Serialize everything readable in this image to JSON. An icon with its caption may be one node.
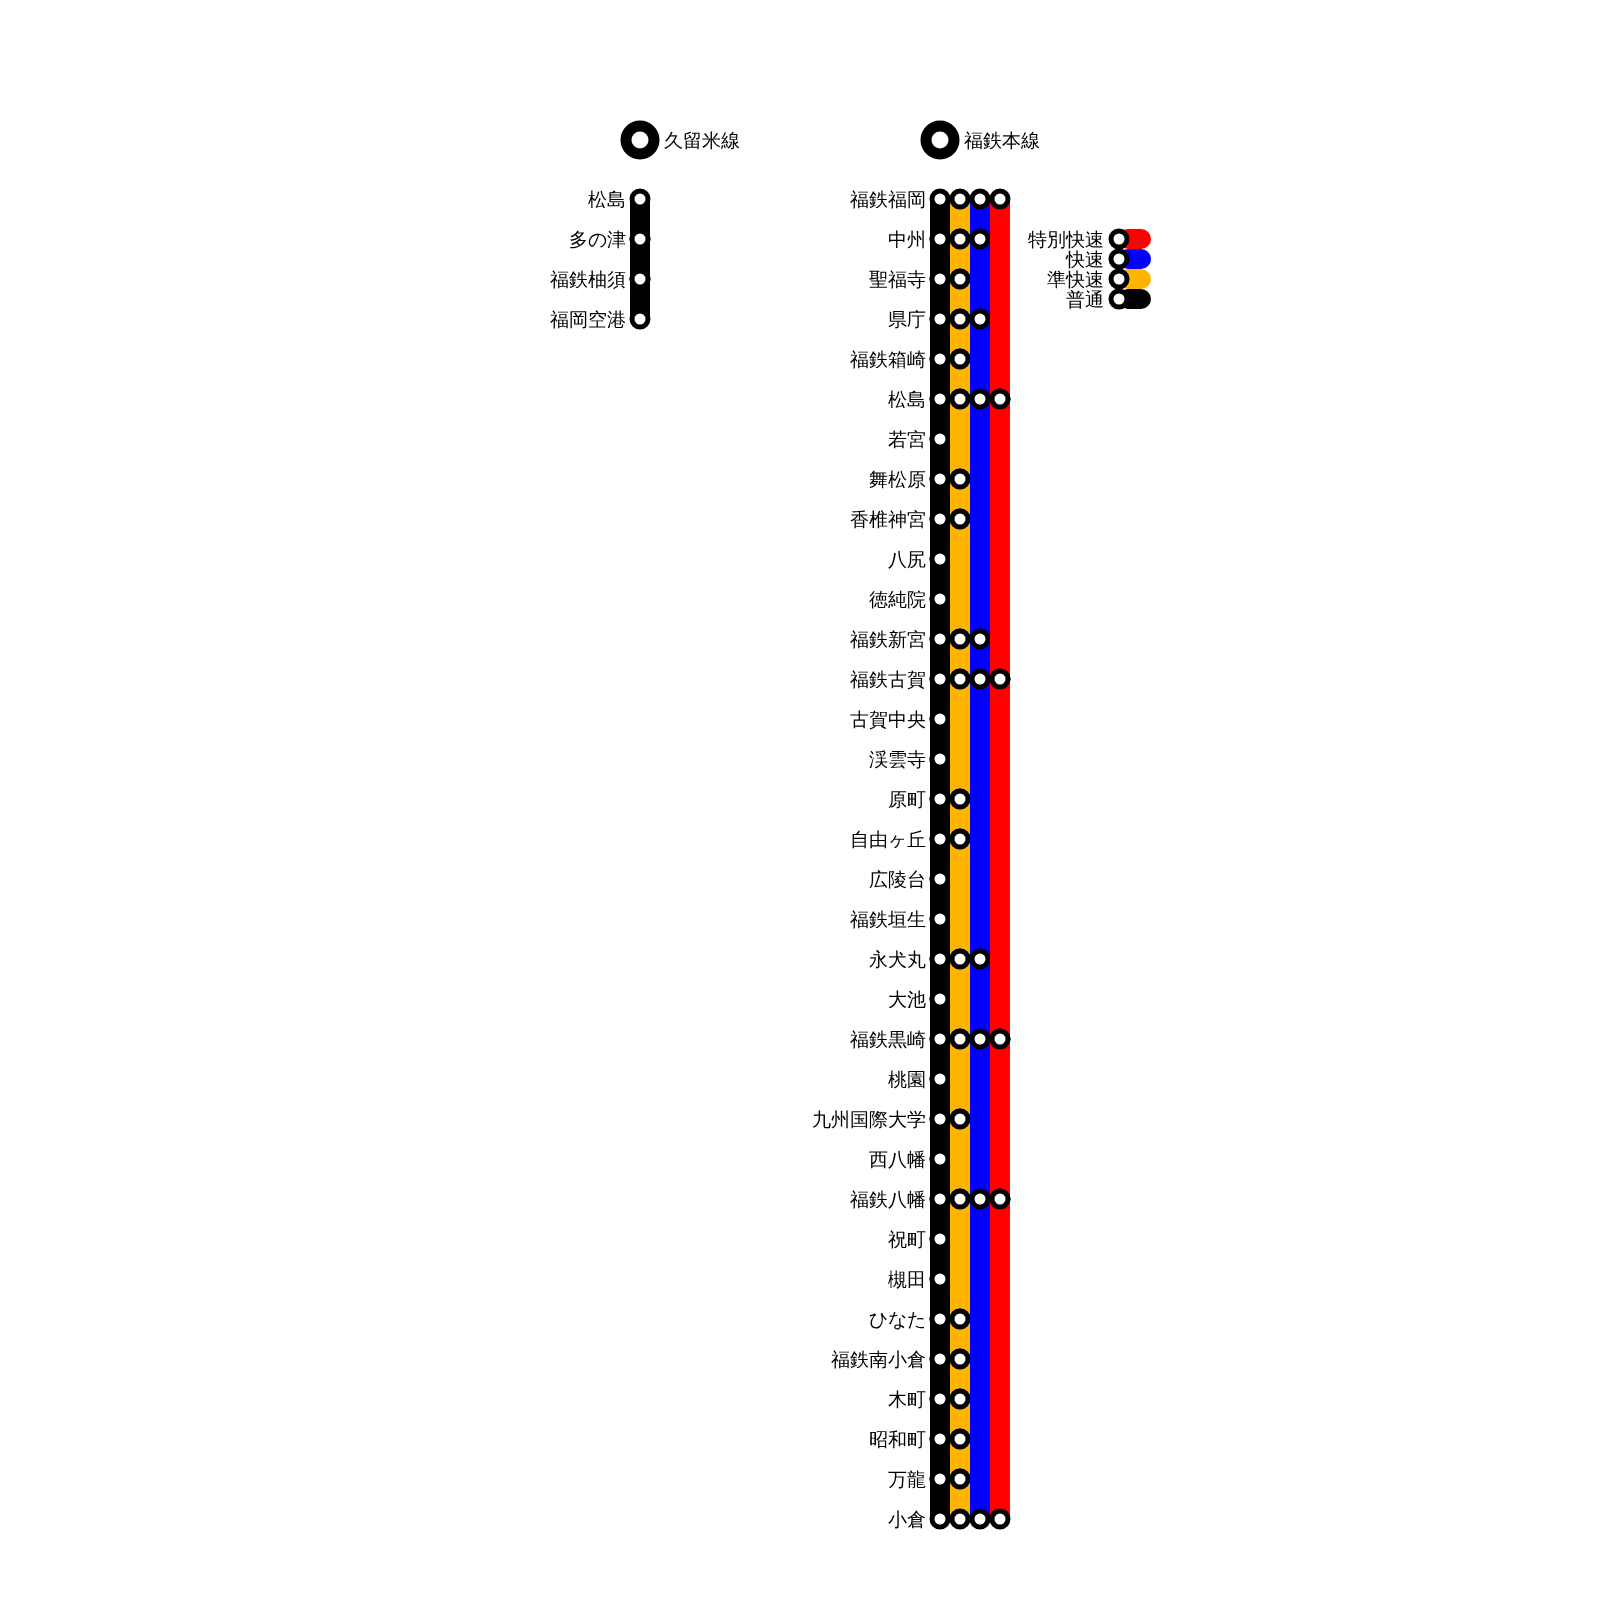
{
  "diagram": {
    "nodes": [
      {
        "text": [
          "久留米線"
        ]
      },
      {
        "text": [
          "松島"
        ]
      },
      {
        "text": [
          "多の津"
        ]
      },
      {
        "text": [
          "福鉄柚須"
        ]
      },
      {
        "text": [
          "福岡空港"
        ]
      },
      {
        "text": [
          "福鉄本線"
        ]
      },
      {
        "text": [
          "福鉄福岡"
        ]
      },
      {
        "text": [
          "中州"
        ]
      },
      {
        "text": [
          "聖福寺"
        ]
      },
      {
        "text": [
          "県庁"
        ]
      },
      {
        "text": [
          "福鉄箱崎"
        ]
      },
      {
        "text": [
          "松島"
        ]
      },
      {
        "text": [
          "若宮"
        ]
      },
      {
        "text": [
          "舞松原"
        ]
      },
      {
        "text": [
          "香椎神宮"
        ]
      },
      {
        "text": [
          "八尻"
        ]
      },
      {
        "text": [
          "徳純院"
        ]
      },
      {
        "text": [
          "福鉄新宮"
        ]
      },
      {
        "text": [
          "福鉄古賀"
        ]
      },
      {
        "text": [
          "古賀中央"
        ]
      },
      {
        "text": [
          "渓雲寺"
        ]
      },
      {
        "text": [
          "原町"
        ]
      },
      {
        "text": [
          "自由ヶ丘"
        ]
      },
      {
        "text": [
          "広陵台"
        ]
      },
      {
        "text": [
          "福鉄垣生"
        ]
      },
      {
        "text": [
          "永犬丸"
        ]
      },
      {
        "text": [
          "大池"
        ]
      },
      {
        "text": [
          "福鉄黒崎"
        ]
      },
      {
        "text": [
          "桃園"
        ]
      },
      {
        "text": [
          "九州国際大学"
        ]
      },
      {
        "text": [
          "西八幡"
        ]
      },
      {
        "text": [
          "福鉄八幡"
        ]
      },
      {
        "text": [
          "祝町"
        ]
      },
      {
        "text": [
          "槻田"
        ]
      },
      {
        "text": [
          "ひなた"
        ]
      },
      {
        "text": [
          "福鉄南小倉"
        ]
      },
      {
        "text": [
          "木町"
        ]
      },
      {
        "text": [
          "昭和町"
        ]
      },
      {
        "text": [
          "万龍"
        ]
      },
      {
        "text": [
          "小倉"
        ]
      }
    ],
    "edges": [
      {
        "from": 1,
        "to": 2,
        "arrow": "other"
      },
      {
        "from": 2,
        "to": 3,
        "arrow": "other"
      },
      {
        "from": 3,
        "to": 4,
        "arrow": "other"
      },
      {
        "from": 6,
        "to": 7,
        "arrow": "other"
      },
      {
        "from": 7,
        "to": 8,
        "arrow": "other"
      },
      {
        "from": 8,
        "to": 9,
        "arrow": "other"
      },
      {
        "from": 9,
        "to": 10,
        "arrow": "other"
      },
      {
        "from": 10,
        "to": 11,
        "arrow": "other"
      },
      {
        "from": 11,
        "to": 12,
        "arrow": "other"
      },
      {
        "from": 12,
        "to": 13,
        "arrow": "other"
      },
      {
        "from": 13,
        "to": 14,
        "arrow": "other"
      },
      {
        "from": 14,
        "to": 15,
        "arrow": "other"
      },
      {
        "from": 15,
        "to": 16,
        "arrow": "other"
      },
      {
        "from": 16,
        "to": 17,
        "arrow": "other"
      },
      {
        "from": 17,
        "to": 18,
        "arrow": "other"
      },
      {
        "from": 18,
        "to": 19,
        "arrow": "other"
      },
      {
        "from": 19,
        "to": 20,
        "arrow": "other"
      },
      {
        "from": 20,
        "to": 21,
        "arrow": "other"
      },
      {
        "from": 21,
        "to": 22,
        "arrow": "other"
      },
      {
        "from": 22,
        "to": 23,
        "arrow": "other"
      },
      {
        "from": 23,
        "to": 24,
        "arrow": "other"
      },
      {
        "from": 24,
        "to": 25,
        "arrow": "other"
      },
      {
        "from": 25,
        "to": 26,
        "arrow": "other"
      },
      {
        "from": 26,
        "to": 27,
        "arrow": "other"
      },
      {
        "from": 27,
        "to": 28,
        "arrow": "other"
      },
      {
        "from": 28,
        "to": 29,
        "arrow": "other"
      },
      {
        "from": 29,
        "to": 30,
        "arrow": "other"
      },
      {
        "from": 30,
        "to": 31,
        "arrow": "other"
      },
      {
        "from": 31,
        "to": 32,
        "arrow": "other"
      },
      {
        "from": 32,
        "to": 33,
        "arrow": "other"
      },
      {
        "from": 33,
        "to": 34,
        "arrow": "other"
      },
      {
        "from": 34,
        "to": 35,
        "arrow": "other"
      },
      {
        "from": 35,
        "to": 36,
        "arrow": "other"
      },
      {
        "from": 36,
        "to": 37,
        "arrow": "other"
      },
      {
        "from": 37,
        "to": 38,
        "arrow": "other"
      },
      {
        "from": 38,
        "to": 39,
        "arrow": "other"
      },
      {
        "from": 6,
        "to": 7,
        "arrow": "other",
        "color": "#ffb400"
      },
      {
        "from": 7,
        "to": 8,
        "arrow": "other",
        "color": "#ffb400"
      },
      {
        "from": 8,
        "to": 9,
        "arrow": "other",
        "color": "#ffb400"
      },
      {
        "from": 9,
        "to": 10,
        "arrow": "other",
        "color": "#ffb400"
      },
      {
        "from": 10,
        "to": 11,
        "arrow": "other",
        "color": "#ffb400"
      },
      {
        "from": 11,
        "to": 13,
        "arrow": "other",
        "color": "#ffb400"
      },
      {
        "from": 13,
        "to": 14,
        "arrow": "other",
        "color": "#ffb400"
      },
      {
        "from": 14,
        "to": 17,
        "arrow": "other",
        "color": "#ffb400"
      },
      {
        "from": 17,
        "to": 18,
        "arrow": "other",
        "color": "#ffb400"
      },
      {
        "from": 18,
        "to": 21,
        "arrow": "other",
        "color": "#ffb400"
      },
      {
        "from": 21,
        "to": 22,
        "arrow": "other",
        "color": "#ffb400"
      },
      {
        "from": 22,
        "to": 25,
        "arrow": "other",
        "color": "#ffb400"
      },
      {
        "from": 25,
        "to": 27,
        "arrow": "other",
        "color": "#ffb400"
      },
      {
        "from": 27,
        "to": 29,
        "arrow": "other",
        "color": "#ffb400"
      },
      {
        "from": 29,
        "to": 31,
        "arrow": "other",
        "color": "#ffb400"
      },
      {
        "from": 31,
        "to": 34,
        "arrow": "other",
        "color": "#ffb400"
      },
      {
        "from": 34,
        "to": 35,
        "arrow": "other",
        "color": "#ffb400"
      },
      {
        "from": 35,
        "to": 36,
        "arrow": "other",
        "color": "#ffb400"
      },
      {
        "from": 36,
        "to": 37,
        "arrow": "other",
        "color": "#ffb400"
      },
      {
        "from": 37,
        "to": 38,
        "arrow": "other",
        "color": "#ffb400"
      },
      {
        "from": 38,
        "to": 39,
        "arrow": "other",
        "color": "#ffb400"
      },
      {
        "from": 6,
        "to": 7,
        "arrow": "other",
        "color": "#0000ff"
      },
      {
        "from": 7,
        "to": 9,
        "arrow": "other",
        "color": "#0000ff"
      },
      {
        "from": 9,
        "to": 11,
        "arrow": "other",
        "color": "#0000ff"
      },
      {
        "from": 11,
        "to": 17,
        "arrow": "other",
        "color": "#0000ff"
      },
      {
        "from": 17,
        "to": 18,
        "arrow": "other",
        "color": "#0000ff"
      },
      {
        "from": 18,
        "to": 25,
        "arrow": "other",
        "color": "#0000ff"
      },
      {
        "from": 25,
        "to": 27,
        "arrow": "other",
        "color": "#0000ff"
      },
      {
        "from": 27,
        "to": 31,
        "arrow": "other",
        "color": "#0000ff"
      },
      {
        "from": 31,
        "to": 39,
        "arrow": "other",
        "color": "#0000ff"
      },
      {
        "from": 6,
        "to": 11,
        "arrow": "other",
        "color": "#ff0000"
      },
      {
        "from": 11,
        "to": 18,
        "arrow": "other",
        "color": "#ff0000"
      },
      {
        "from": 18,
        "to": 27,
        "arrow": "other",
        "color": "#ff0000"
      },
      {
        "from": 27,
        "to": 31,
        "arrow": "other",
        "color": "#ff0000"
      },
      {
        "from": 31,
        "to": 39,
        "arrow": "other",
        "color": "#ff0000"
      }
    ],
    "legend": [
      {
        "text": "特別快速",
        "color": "#ff0000"
      },
      {
        "text": "快速",
        "color": "#0000ff"
      },
      {
        "text": "準快速",
        "color": "#ffb400"
      },
      {
        "text": "普通",
        "color": "#000000"
      }
    ]
  }
}
